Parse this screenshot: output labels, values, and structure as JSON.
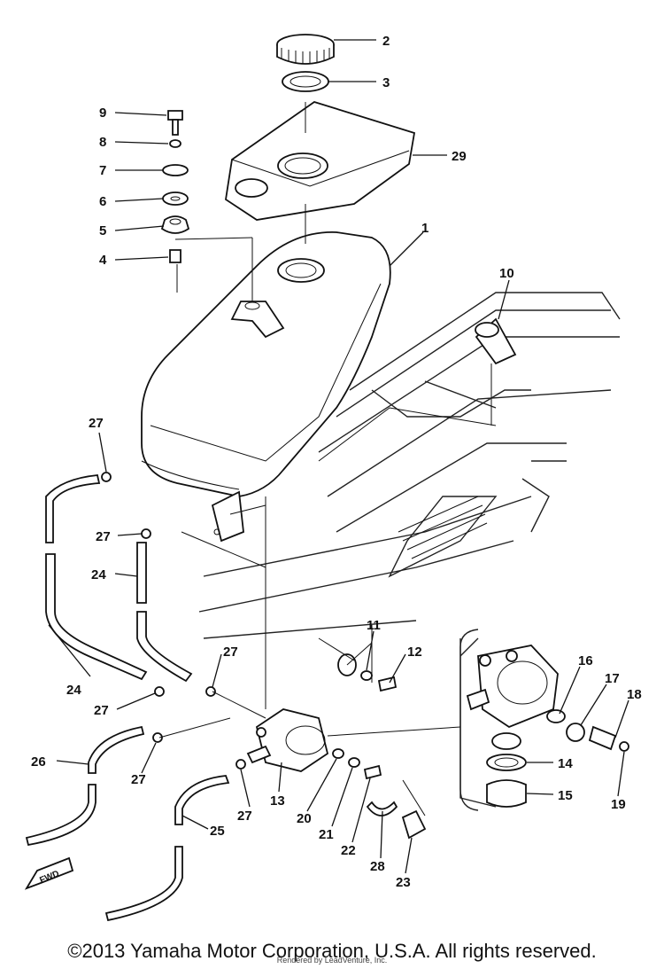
{
  "callouts": [
    "1",
    "2",
    "3",
    "4",
    "5",
    "6",
    "7",
    "8",
    "9",
    "10",
    "11",
    "12",
    "13",
    "14",
    "15",
    "16",
    "17",
    "18",
    "19",
    "20",
    "21",
    "22",
    "23",
    "24",
    "24",
    "25",
    "26",
    "27",
    "27",
    "27",
    "27",
    "27",
    "27",
    "28",
    "29"
  ],
  "fwd_label": "FWD",
  "copyright": "©2013 Yamaha Motor Corporation, U.S.A. All rights reserved.",
  "watermark": "Rendered by LeadVenture, Inc."
}
